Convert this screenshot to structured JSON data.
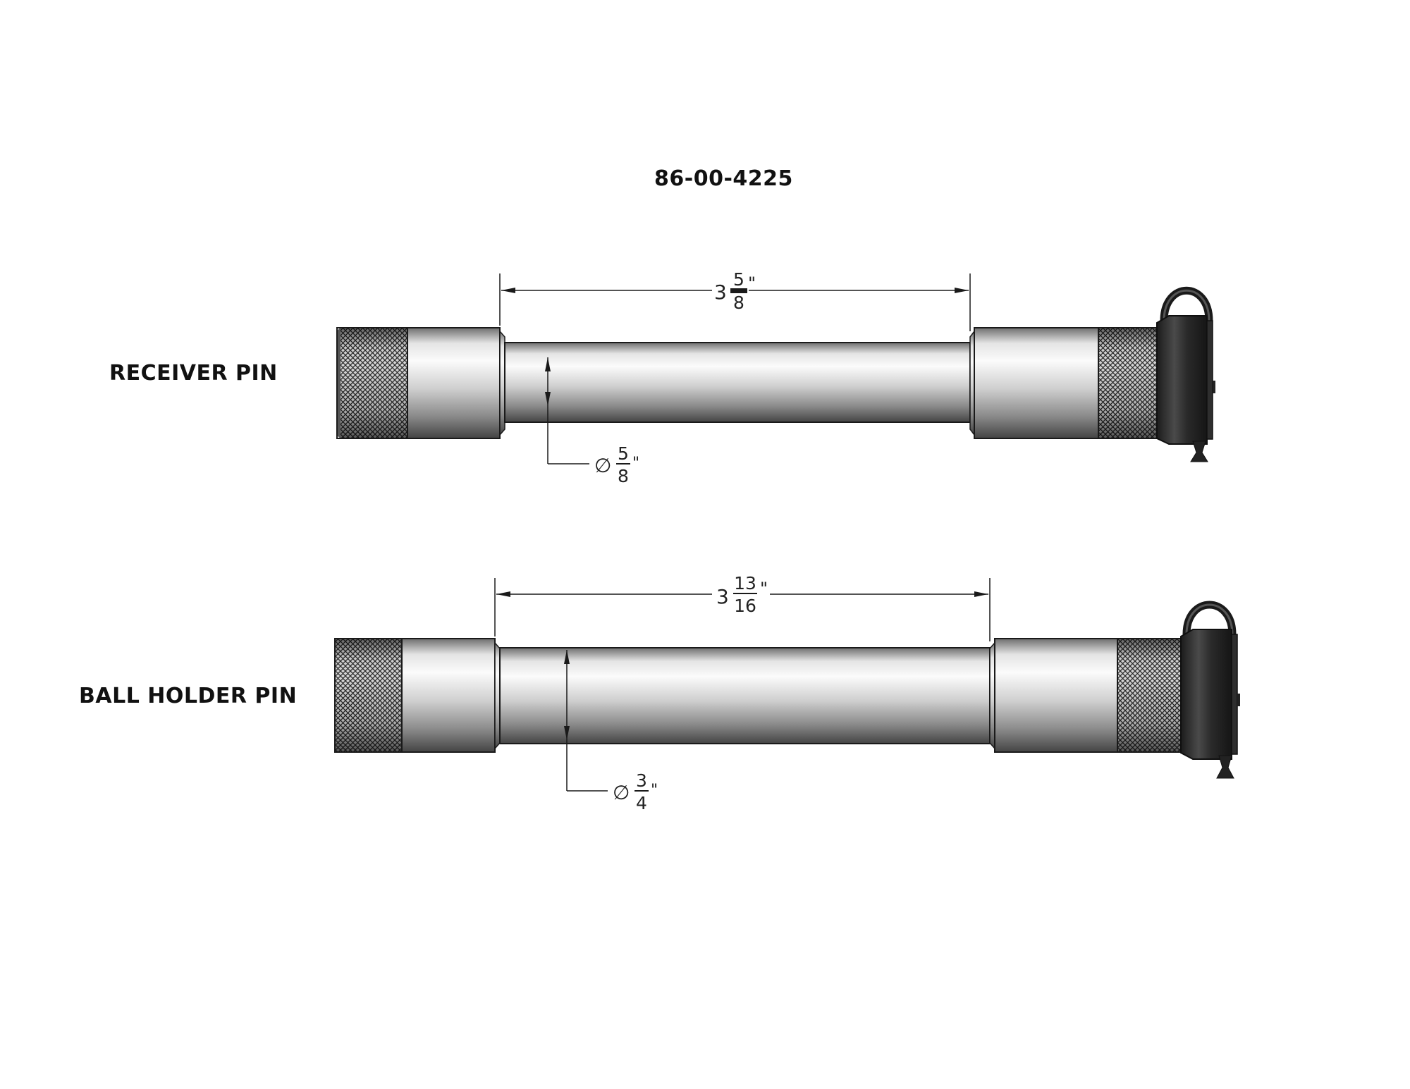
{
  "part_number": "86-00-4225",
  "pins": [
    {
      "label": "RECEIVER PIN",
      "length_whole": "3",
      "length_num": "5",
      "length_den": "8",
      "dia_num": "5",
      "dia_den": "8",
      "inch_mark": "\"",
      "dia_symbol": "∅"
    },
    {
      "label": "BALL HOLDER PIN",
      "length_whole": "3",
      "length_num": "13",
      "length_den": "16",
      "dia_num": "3",
      "dia_den": "4",
      "inch_mark": "\"",
      "dia_symbol": "∅"
    }
  ],
  "colors": {
    "line": "#1a1a1a",
    "clip": "#2b2b2b",
    "steel_light": "#f0f0f0",
    "steel_dark": "#3c3c3c"
  }
}
